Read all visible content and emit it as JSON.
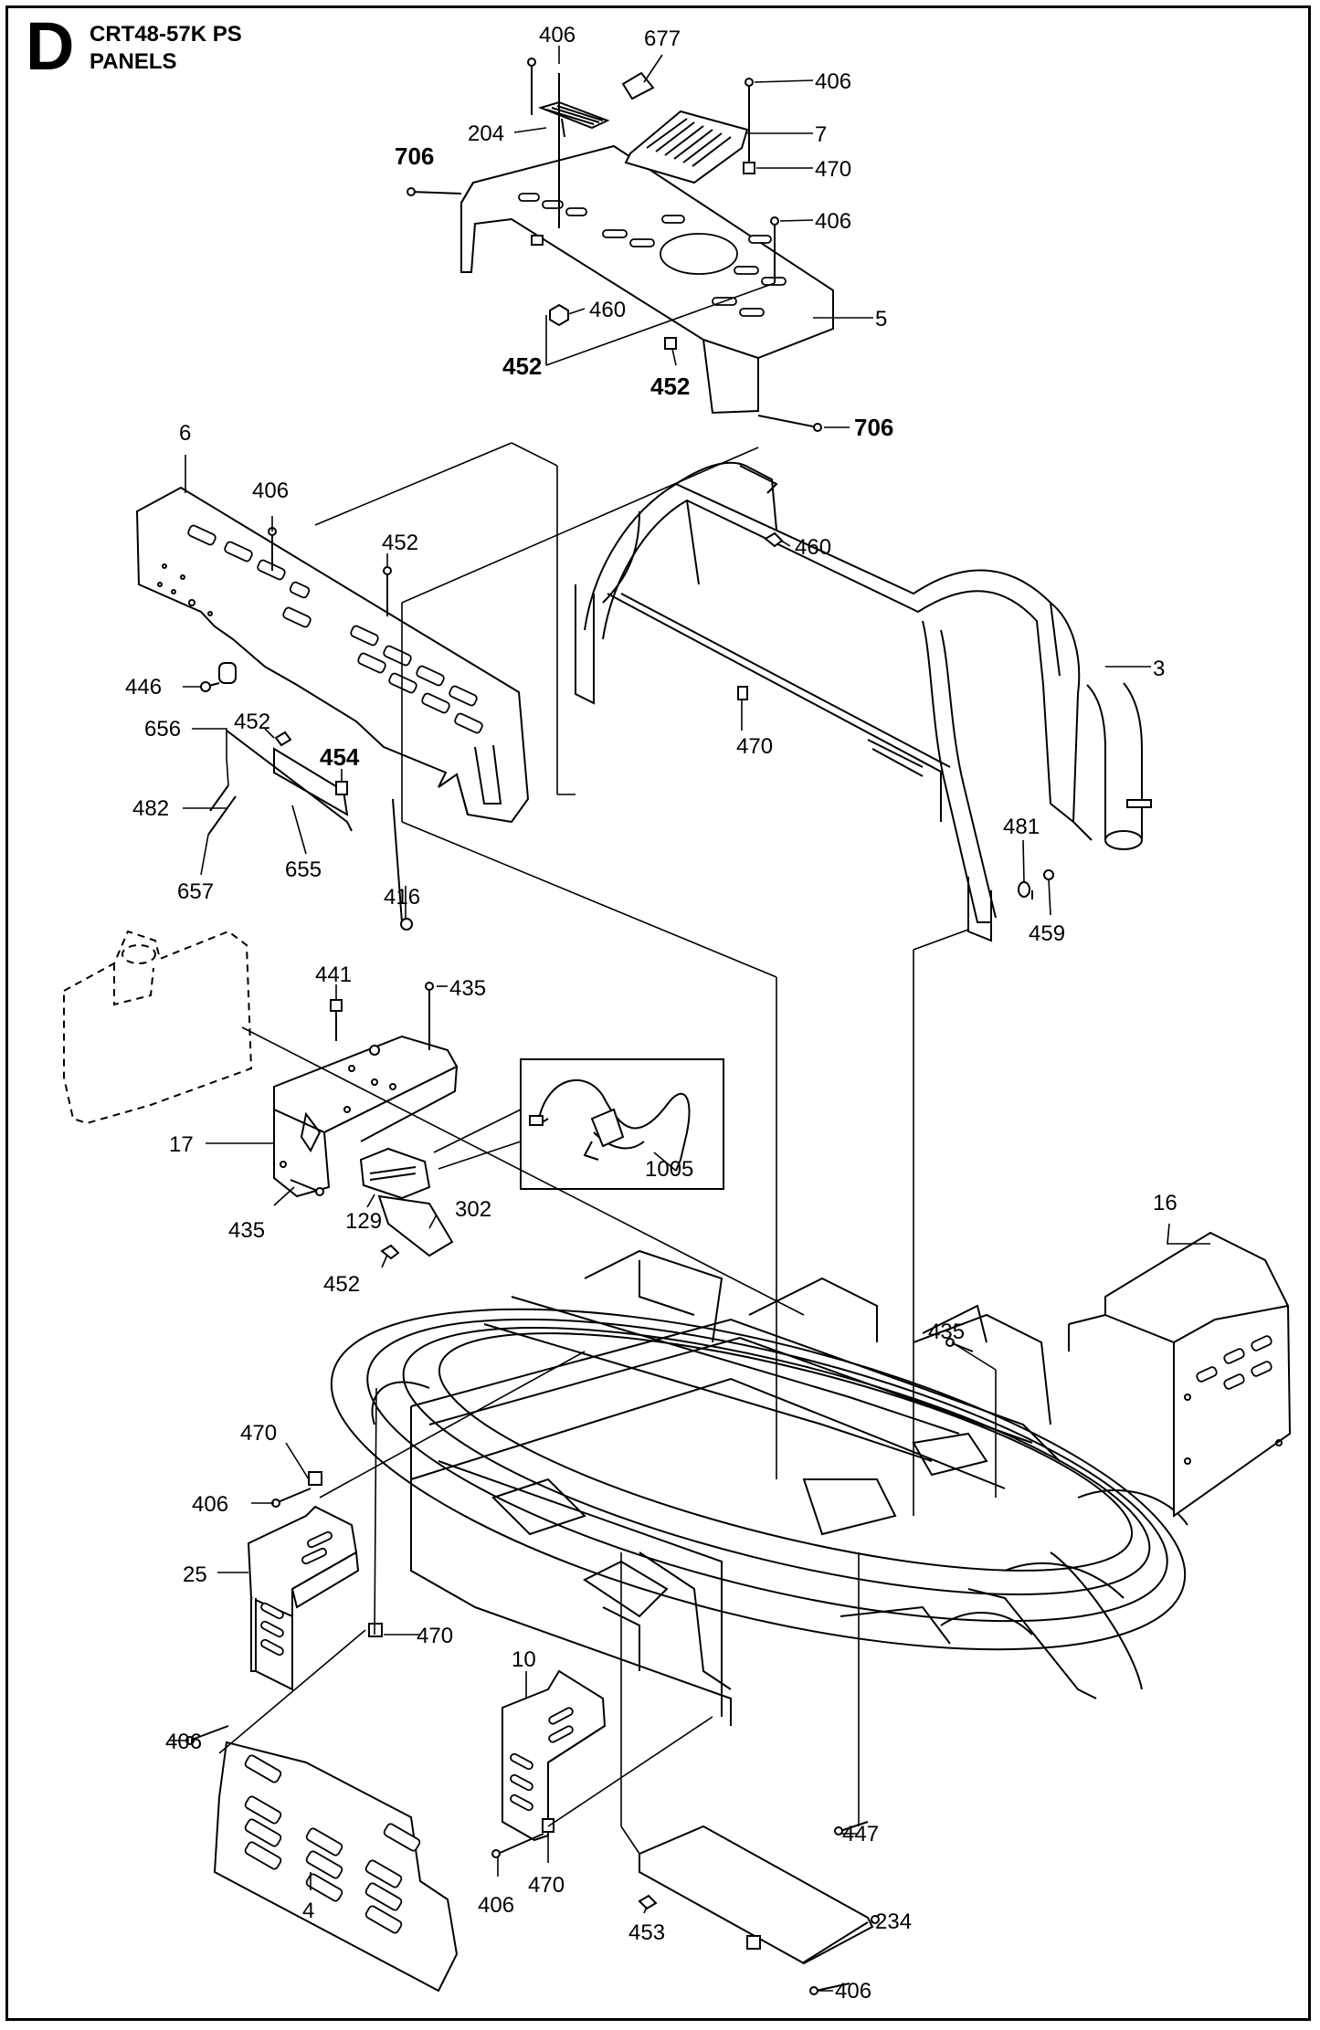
{
  "header": {
    "section_letter": "D",
    "title_line1": "CRT48-57K PS",
    "title_line2": "PANELS"
  },
  "callouts": [
    {
      "id": "c406a",
      "text": "406"
    },
    {
      "id": "c677",
      "text": "677"
    },
    {
      "id": "c406b",
      "text": "406"
    },
    {
      "id": "c204",
      "text": "204"
    },
    {
      "id": "c7",
      "text": "7"
    },
    {
      "id": "c706a",
      "text": "706"
    },
    {
      "id": "c470a",
      "text": "470"
    },
    {
      "id": "c406c",
      "text": "406"
    },
    {
      "id": "c460a",
      "text": "460"
    },
    {
      "id": "c5",
      "text": "5"
    },
    {
      "id": "c452a",
      "text": "452"
    },
    {
      "id": "c452b",
      "text": "452"
    },
    {
      "id": "c706b",
      "text": "706"
    },
    {
      "id": "c6",
      "text": "6"
    },
    {
      "id": "c406d",
      "text": "406"
    },
    {
      "id": "c452c",
      "text": "452"
    },
    {
      "id": "c460b",
      "text": "460"
    },
    {
      "id": "c3",
      "text": "3"
    },
    {
      "id": "c446",
      "text": "446"
    },
    {
      "id": "c656",
      "text": "656"
    },
    {
      "id": "c452d",
      "text": "452"
    },
    {
      "id": "c454",
      "text": "454"
    },
    {
      "id": "c470b",
      "text": "470"
    },
    {
      "id": "c482",
      "text": "482"
    },
    {
      "id": "c655",
      "text": "655"
    },
    {
      "id": "c657",
      "text": "657"
    },
    {
      "id": "c416",
      "text": "416"
    },
    {
      "id": "c481",
      "text": "481"
    },
    {
      "id": "c459",
      "text": "459"
    },
    {
      "id": "c441",
      "text": "441"
    },
    {
      "id": "c435a",
      "text": "435"
    },
    {
      "id": "c17",
      "text": "17"
    },
    {
      "id": "c1005",
      "text": "1005"
    },
    {
      "id": "c435b",
      "text": "435"
    },
    {
      "id": "c129",
      "text": "129"
    },
    {
      "id": "c302",
      "text": "302"
    },
    {
      "id": "c452e",
      "text": "452"
    },
    {
      "id": "c16",
      "text": "16"
    },
    {
      "id": "c435c",
      "text": "435"
    },
    {
      "id": "c470c",
      "text": "470"
    },
    {
      "id": "c406e",
      "text": "406"
    },
    {
      "id": "c25",
      "text": "25"
    },
    {
      "id": "c470d",
      "text": "470"
    },
    {
      "id": "c10",
      "text": "10"
    },
    {
      "id": "c406f",
      "text": "406"
    },
    {
      "id": "c447",
      "text": "447"
    },
    {
      "id": "c406g",
      "text": "406"
    },
    {
      "id": "c470e",
      "text": "470"
    },
    {
      "id": "c4",
      "text": "4"
    },
    {
      "id": "c453",
      "text": "453"
    },
    {
      "id": "c234",
      "text": "234"
    },
    {
      "id": "c406h",
      "text": "406"
    }
  ]
}
